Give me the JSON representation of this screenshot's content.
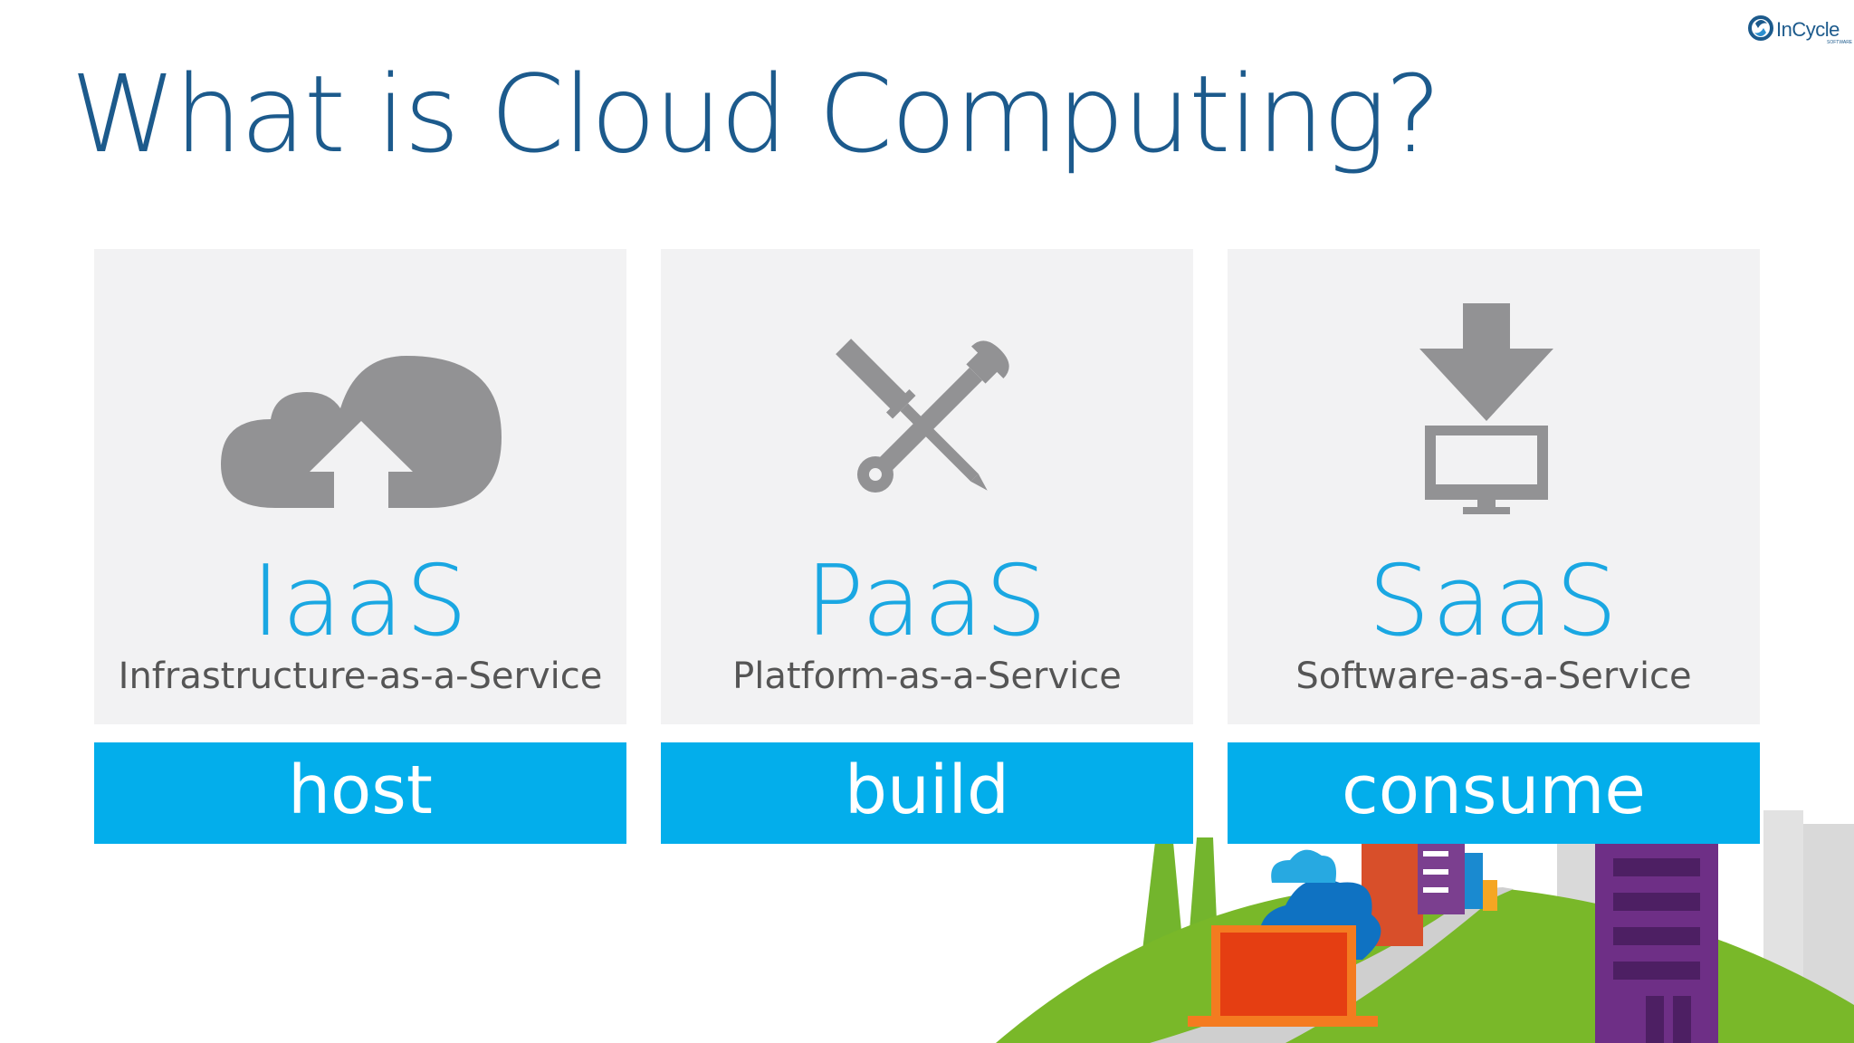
{
  "slide": {
    "title": "What is Cloud Computing?"
  },
  "logo": {
    "text": "InCycle",
    "subtext": "SOFTWARE",
    "color": "#1c5a8c"
  },
  "tiles": [
    {
      "abbr": "IaaS",
      "full": "Infrastructure-as-a-Service",
      "action": "host",
      "icon": "cloud-upload-icon"
    },
    {
      "abbr": "PaaS",
      "full": "Platform-as-a-Service",
      "action": "build",
      "icon": "tools-icon"
    },
    {
      "abbr": "SaaS",
      "full": "Software-as-a-Service",
      "action": "consume",
      "icon": "download-monitor-icon"
    }
  ],
  "colors": {
    "title": "#1c5a8c",
    "abbr": "#1aa7e2",
    "bar": "#03aeeb",
    "tile_bg": "#f2f2f3",
    "icon": "#929294"
  }
}
